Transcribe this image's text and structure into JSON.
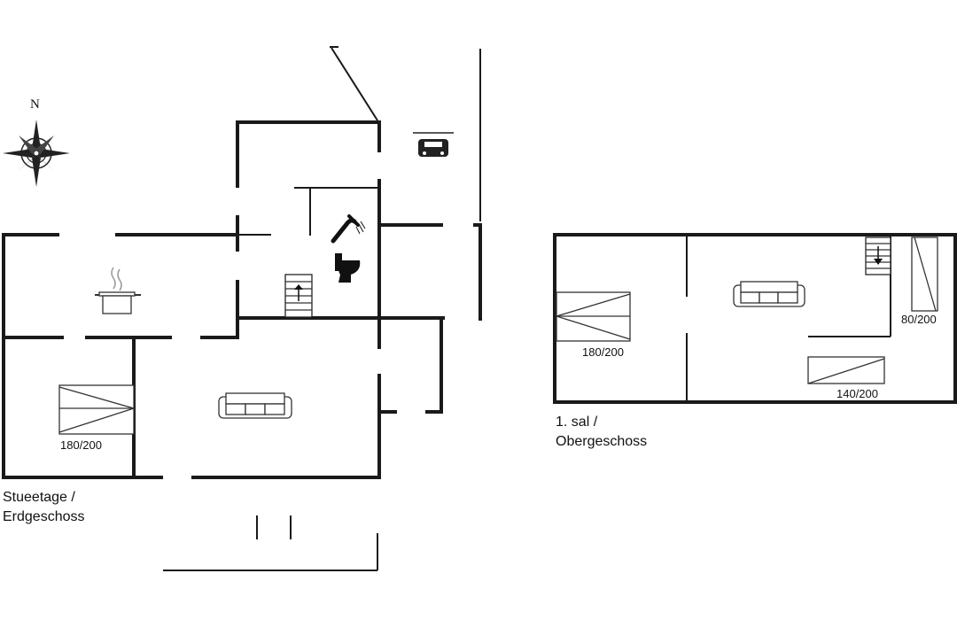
{
  "compass": {
    "north_label": "N"
  },
  "ground_floor": {
    "label_line1": "Stueetage /",
    "label_line2": "Erdgeschoss",
    "bed_label": "180/200"
  },
  "first_floor": {
    "label_line1": "1. sal /",
    "label_line2": "Obergeschoss",
    "bed_labels": [
      "180/200",
      "140/200",
      "80/200"
    ]
  },
  "icons": [
    "compass-rose-icon",
    "car-icon",
    "shower-icon",
    "toilet-icon",
    "cooking-pot-icon",
    "sofa-icon",
    "bed-icon",
    "stairs-up-icon",
    "stairs-down-icon"
  ]
}
